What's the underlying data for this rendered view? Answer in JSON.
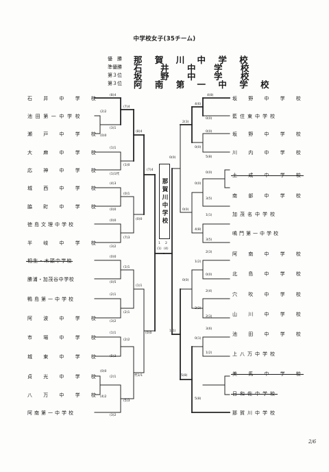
{
  "title": "中学校女子(35チーム)",
  "results": [
    {
      "label": "優　勝",
      "team": "那 賀 川 中 学 校"
    },
    {
      "label": "準優勝",
      "team": "石　井　中　学　校"
    },
    {
      "label": "第３位",
      "team": "坂　野　中　学　校"
    },
    {
      "label": "第３位",
      "team": "阿 南 第 一 中 学 校"
    }
  ],
  "left_teams": [
    {
      "name": "石　井　中　学　校",
      "withdrawn": false
    },
    {
      "name": "池田第一中学校",
      "withdrawn": false
    },
    {
      "name": "瀬　戸　中　学　校",
      "withdrawn": false
    },
    {
      "name": "大　麻　中　学　校",
      "withdrawn": false
    },
    {
      "name": "応　神　中　学　校",
      "withdrawn": false
    },
    {
      "name": "城　西　中　学　校",
      "withdrawn": false
    },
    {
      "name": "脇　町　中　学　校",
      "withdrawn": false
    },
    {
      "name": "徳島文理中学校",
      "withdrawn": false
    },
    {
      "name": "半　岐　中　学　校",
      "withdrawn": false
    },
    {
      "name": "相生・木頭中学校",
      "withdrawn": true
    },
    {
      "name": "勝浦・加茂谷中学校",
      "withdrawn": false
    },
    {
      "name": "鴨島第一中学校",
      "withdrawn": false
    },
    {
      "name": "阿　波　中　学　校",
      "withdrawn": false
    },
    {
      "name": "市　場　中　学　校",
      "withdrawn": false
    },
    {
      "name": "城　東　中　学　校",
      "withdrawn": false
    },
    {
      "name": "貞　光　中　学　校",
      "withdrawn": false
    },
    {
      "name": "八　万　中　学　校",
      "withdrawn": false
    },
    {
      "name": "阿南第一中学校",
      "withdrawn": false
    }
  ],
  "right_teams": [
    {
      "name": "坂　野　中　学　校",
      "withdrawn": false
    },
    {
      "name": "藍住東中学校",
      "withdrawn": false
    },
    {
      "name": "坂　野　中　学　校",
      "withdrawn": false
    },
    {
      "name": "川　内　中　学　校",
      "withdrawn": false
    },
    {
      "name": "土　成　中　学　校",
      "withdrawn": true
    },
    {
      "name": "南　部　中　学　校",
      "withdrawn": false
    },
    {
      "name": "加茂名中学校",
      "withdrawn": false
    },
    {
      "name": "鳴門第一中学校",
      "withdrawn": false
    },
    {
      "name": "阿　南　中　学　校",
      "withdrawn": false
    },
    {
      "name": "北　島　中　学　校",
      "withdrawn": false
    },
    {
      "name": "穴　吹　中　学　校",
      "withdrawn": false
    },
    {
      "name": "山　川　中　学　校",
      "withdrawn": false
    },
    {
      "name": "池　田　中　学　校",
      "withdrawn": false
    },
    {
      "name": "上八万中学校",
      "withdrawn": false
    },
    {
      "name": "美　馬　中　学　校",
      "withdrawn": true
    },
    {
      "name": "日和佐中学校",
      "withdrawn": true
    },
    {
      "name": "那賀川中学校",
      "withdrawn": false
    }
  ],
  "scores": {
    "l1": "(8)4",
    "l2": "(2)2",
    "l3": "(3)1",
    "l4": "(0)0",
    "l5": "(7)4",
    "l6": "(1)1",
    "l7": "(1)0",
    "l8": "(1)1代",
    "l9": "(8)4",
    "l10": "(4)3",
    "l11": "(0)1",
    "l12": "(0)0",
    "l13": "(0)0",
    "l14": "(0)0",
    "l15": "(7)3",
    "l16": "(3)2",
    "l17": "(7)4",
    "l18": "(0)0",
    "l19": "(1)1",
    "l20": "(0)5",
    "l21": "(1)1",
    "l22": "(2)1",
    "l23": "(2)1",
    "l24": "(3)2",
    "l25": "(1)1",
    "l26": "(2)2",
    "l27": "(5)3",
    "l28": "(0)0",
    "l29": "(0)0",
    "l30": "(2)1",
    "l31": "(4)2",
    "l32": "代1/1",
    "l33": "(5)3",
    "l34": "(3)2",
    "c1": "1",
    "c2": "2",
    "c3": "(1)",
    "c4": "(4)",
    "r1": "4(8)",
    "r2": "4(6)",
    "r3": "0(0)",
    "r4": "2(3)",
    "r5": "0(0)",
    "r6": "0(0)",
    "r7": "5(8)",
    "r8": "0(0)",
    "r9": "0(0)",
    "r10": "0(0)",
    "r11": "3(5)",
    "r12": "1(1)",
    "r13": "4(8)",
    "r14": "3(5)",
    "r15": "0(0)",
    "r16": "2(3)",
    "r17": "1(2)",
    "r18": "0(0)",
    "r19": "0(0)",
    "r20": "2(4)",
    "r21": "2(2)",
    "r22": "2(3)",
    "r23": "3(6)",
    "r24": "0(1)",
    "r25": "1(1)",
    "r26": "1(2)",
    "r27": "5(8)",
    "r28": "5(8)"
  },
  "champion_label": "那賀川中学校",
  "page_number": "2/6"
}
